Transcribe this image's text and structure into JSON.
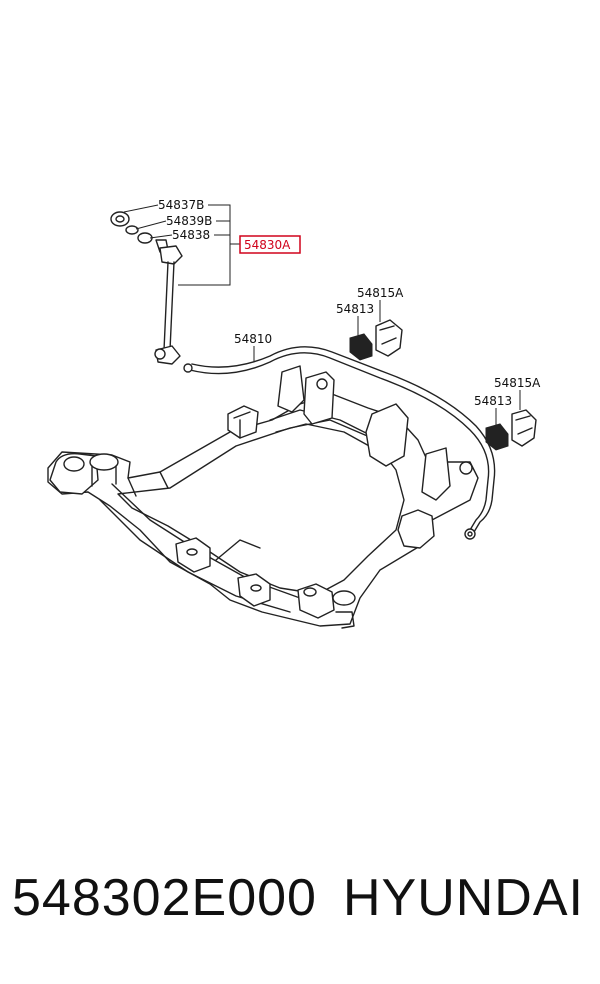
{
  "callouts": {
    "c1": "54837B",
    "c2": "54839B",
    "c3": "54838",
    "c4": "54830A",
    "c5": "54810",
    "c6": "54815A",
    "c7": "54813",
    "c8": "54815A",
    "c9": "54813"
  },
  "highlight_color": "#d0021b",
  "footer": {
    "part_number": "548302E000",
    "brand": "HYUNDAI"
  }
}
